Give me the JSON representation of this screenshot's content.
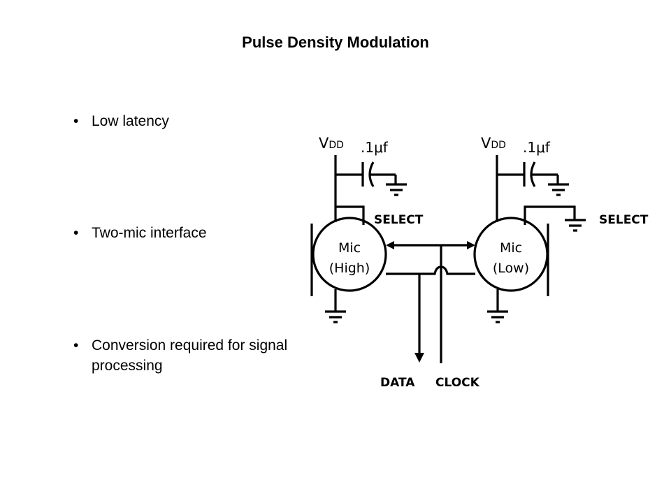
{
  "slide": {
    "title": "Pulse Density Modulation",
    "bullets": [
      {
        "text": "Low latency"
      },
      {
        "text": "Two-mic interface"
      },
      {
        "text": "Conversion required for signal processing"
      }
    ],
    "bullet_glyph": "•"
  },
  "diagram": {
    "left_mic": {
      "label_line1": "Mic",
      "label_line2": "(High)",
      "supply_label": "V",
      "supply_subscript": "DD",
      "capacitor_label": ".1μf",
      "select_label": "SELECT",
      "select_connection": "VDD"
    },
    "right_mic": {
      "label_line1": "Mic",
      "label_line2": "(Low)",
      "supply_label": "V",
      "supply_subscript": "DD",
      "capacitor_label": ".1μf",
      "select_label": "SELECT",
      "select_connection": "GND"
    },
    "data_label": "DATA",
    "clock_label": "CLOCK"
  }
}
